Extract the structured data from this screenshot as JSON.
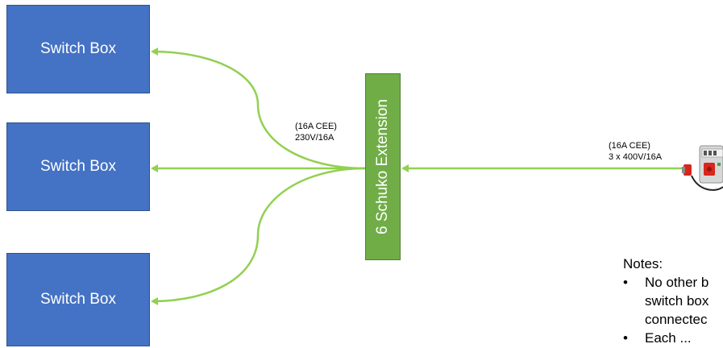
{
  "colors": {
    "switch_box_fill": "#4472c4",
    "extension_fill": "#70ad47",
    "wire": "#92d050"
  },
  "switch_boxes": [
    {
      "label": "Switch Box"
    },
    {
      "label": "Switch Box"
    },
    {
      "label": "Switch Box"
    }
  ],
  "extension": {
    "label": "6 Schuko Extension"
  },
  "labels": {
    "left_line1": "(16A CEE)",
    "left_line2": "230V/16A",
    "right_line1": "(16A CEE)",
    "right_line2": "3 x 400V/16A"
  },
  "power_device": {
    "icon": "power-distribution-box-icon"
  },
  "notes": {
    "title": "Notes:",
    "items": [
      {
        "text": "No other b\nswitch box\nconnectec"
      },
      {
        "text": "Each ..."
      }
    ]
  }
}
